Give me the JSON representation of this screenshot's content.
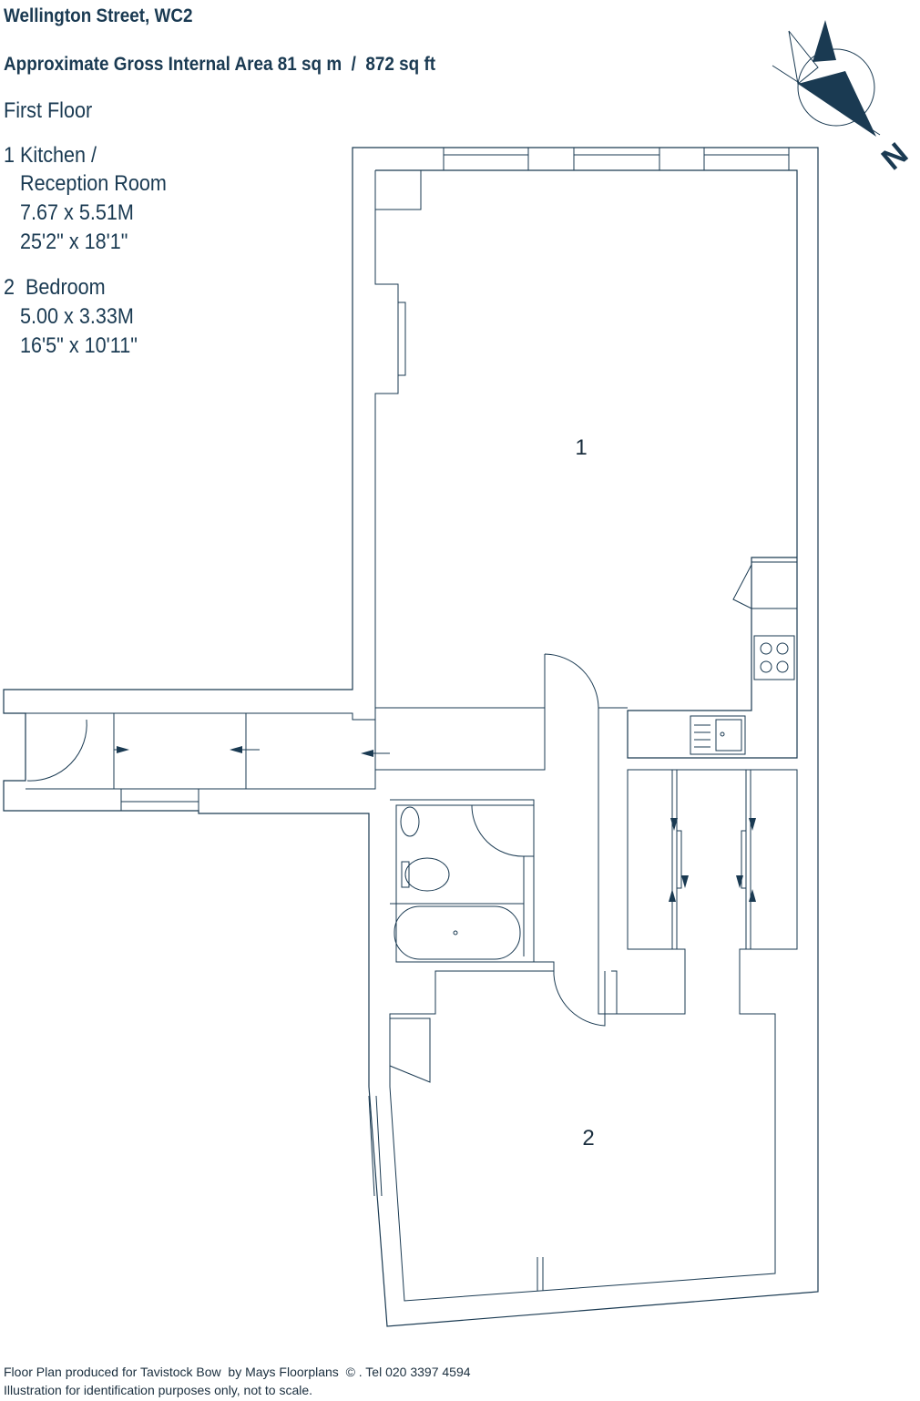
{
  "header": {
    "address": "Wellington Street, WC2",
    "area": "Approximate Gross Internal Area 81 sq m  /  872 sq ft",
    "floor": "First Floor"
  },
  "rooms": [
    {
      "number_label": "1 Kitchen /",
      "name_cont": "Reception Room",
      "metric": "7.67 x 5.51M",
      "imperial": "25'2\" x 18'1\"",
      "plan_label": "1"
    },
    {
      "number_label": "2  Bedroom",
      "metric": "5.00 x 3.33M",
      "imperial": "16'5\" x 10'11\"",
      "plan_label": "2"
    }
  ],
  "compass": {
    "label": "N",
    "icon": "north-arrow-icon"
  },
  "footer": {
    "line1": "Floor Plan produced for Tavistock Bow  by Mays Floorplans  © . Tel 020 3397 4594",
    "line2": "Illustration for identification purposes only, not to scale."
  },
  "colors": {
    "ink": "#1a3a52",
    "background": "#ffffff"
  }
}
